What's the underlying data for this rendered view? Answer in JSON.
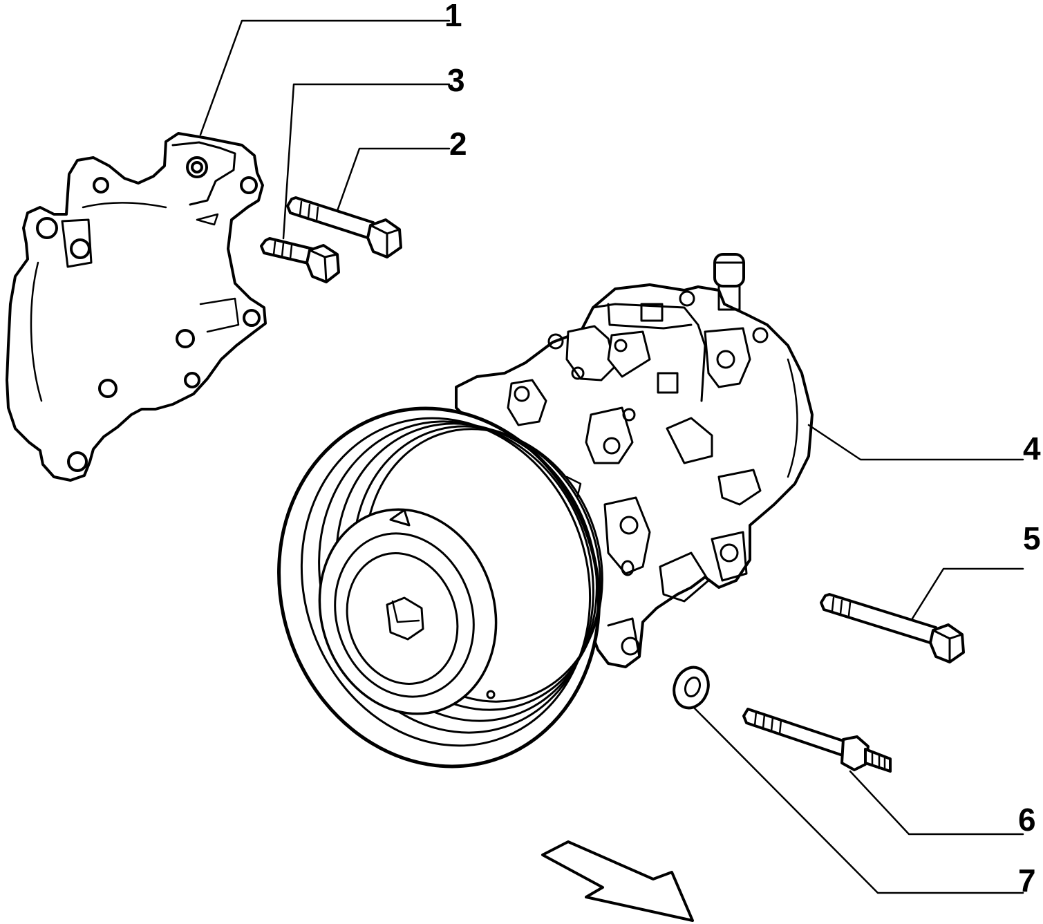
{
  "diagram": {
    "colors": {
      "ink": "#000000",
      "paper": "#ffffff"
    },
    "callouts": [
      {
        "id": "c1",
        "label": "1"
      },
      {
        "id": "c3",
        "label": "3"
      },
      {
        "id": "c2",
        "label": "2"
      },
      {
        "id": "c4",
        "label": "4"
      },
      {
        "id": "c5",
        "label": "5"
      },
      {
        "id": "c6",
        "label": "6"
      },
      {
        "id": "c7",
        "label": "7"
      }
    ],
    "parts": [
      {
        "name": "mounting-bracket",
        "callout": "1"
      },
      {
        "name": "bolt-long",
        "callout": "2"
      },
      {
        "name": "bolt-short",
        "callout": "3"
      },
      {
        "name": "ac-compressor",
        "callout": "4"
      },
      {
        "name": "bolt-compressor",
        "callout": "5"
      },
      {
        "name": "stud-bolt",
        "callout": "6"
      },
      {
        "name": "washer",
        "callout": "7"
      }
    ],
    "direction_arrow": {
      "icon": "direction-arrow-icon"
    }
  }
}
